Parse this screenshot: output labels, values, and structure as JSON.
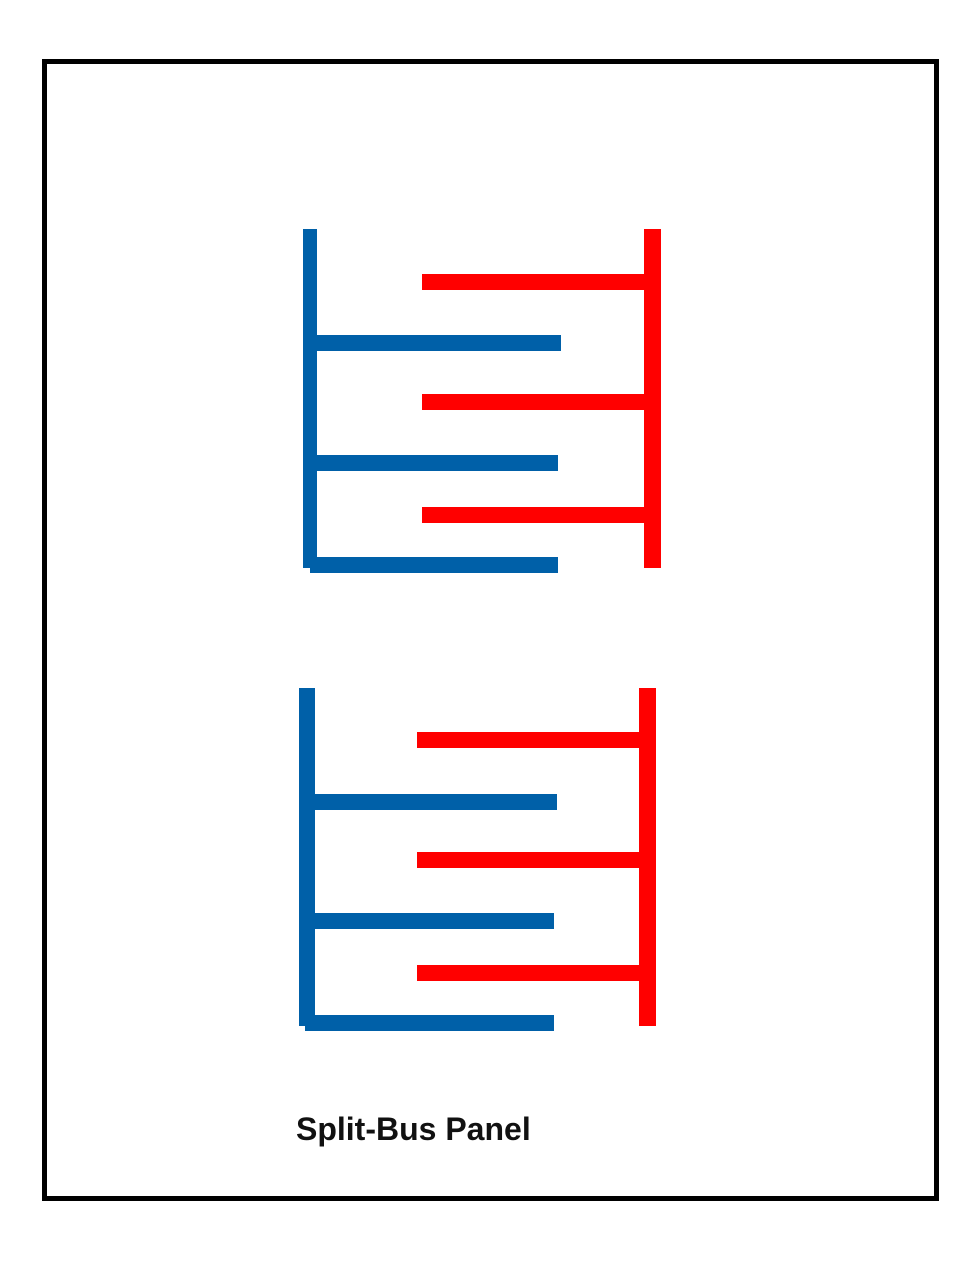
{
  "diagram": {
    "caption": "Split-Bus Panel",
    "colors": {
      "border": "#000000",
      "blue_bus": "#0060a8",
      "red_bus": "#ff0000"
    },
    "sections": [
      {
        "name": "upper",
        "blue_branches": 3,
        "red_branches": 3
      },
      {
        "name": "lower",
        "blue_branches": 3,
        "red_branches": 3
      }
    ]
  }
}
